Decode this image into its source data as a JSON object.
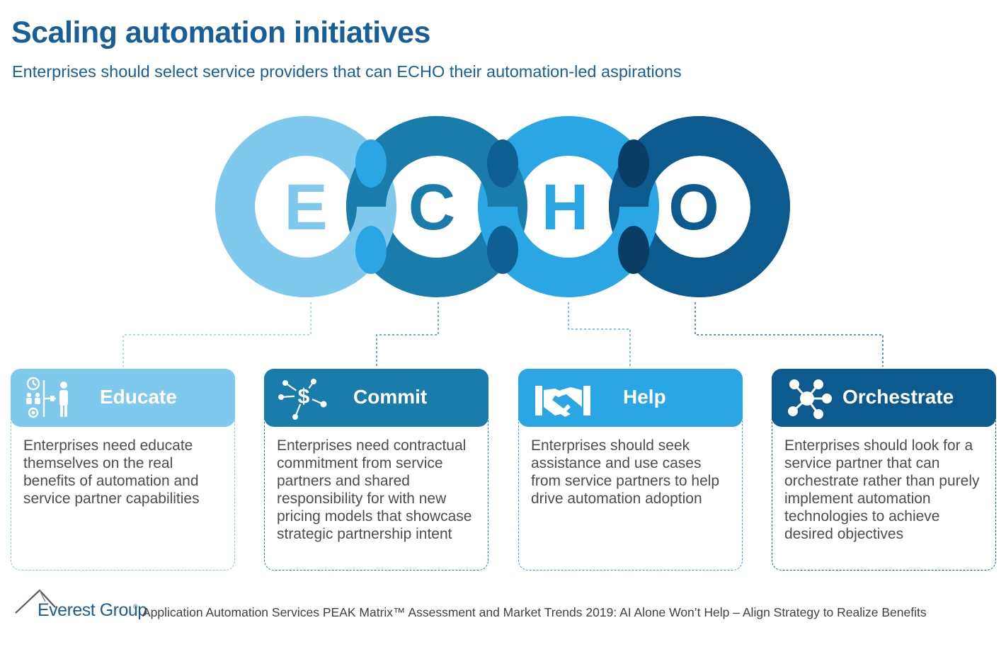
{
  "header": {
    "title": "Scaling automation initiatives",
    "subtitle": "Enterprises should select service providers that can ECHO their automation-led aspirations"
  },
  "echo": {
    "letters": [
      "E",
      "C",
      "H",
      "O"
    ],
    "colors": [
      "#7fc8ee",
      "#1a7cab",
      "#29a6e3",
      "#0d5a8e"
    ]
  },
  "cards": [
    {
      "title": "Educate",
      "body": "Enterprises need educate themselves on the real benefits of automation and service partner capabilities",
      "color": "#7fc8ee",
      "icon": "people-gear-clock-icon"
    },
    {
      "title": "Commit",
      "body": "Enterprises need contractual commitment from service partners and shared responsibility for with new pricing models that showcase strategic partnership intent",
      "color": "#1a7cab",
      "icon": "dollar-network-icon"
    },
    {
      "title": "Help",
      "body": "Enterprises should seek assistance and use cases from service partners to help drive automation adoption",
      "color": "#29a6e3",
      "icon": "handshake-icon"
    },
    {
      "title": "Orchestrate",
      "body": "Enterprises should look for a service partner that can orchestrate rather than purely implement automation technologies to achieve desired objectives",
      "color": "#0d5a8e",
      "icon": "network-nodes-icon"
    }
  ],
  "footer": {
    "brand": "Everest Group",
    "registered": "®",
    "source": "Application Automation Services PEAK Matrix™ Assessment and Market Trends 2019: AI Alone Won’t Help – Align Strategy to Realize Benefits"
  }
}
